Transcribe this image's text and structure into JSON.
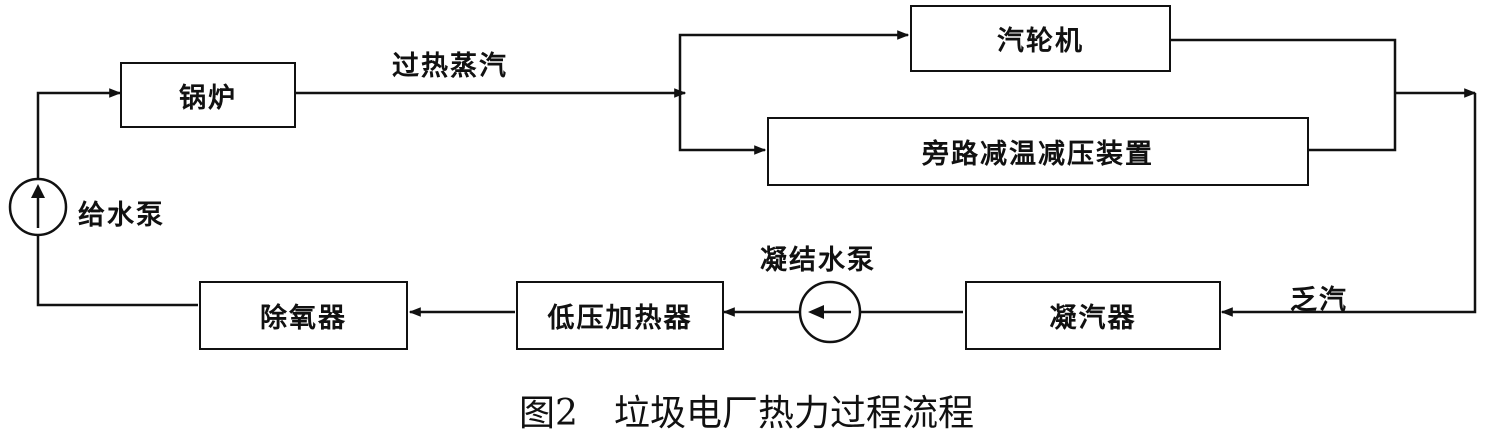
{
  "nodes": {
    "boiler": "锅炉",
    "turbine": "汽轮机",
    "bypass": "旁路减温减压装置",
    "condenser": "凝汽器",
    "lp_heater": "低压加热器",
    "deaerator": "除氧器"
  },
  "flows": {
    "superheated_steam": "过热蒸汽",
    "exhaust_steam": "乏汽"
  },
  "pumps": {
    "feed_water_pump": "给水泵",
    "condensate_pump": "凝结水泵"
  },
  "caption": "图2　垃圾电厂热力过程流程",
  "colors": {
    "line": "#111111",
    "background": "#ffffff"
  }
}
